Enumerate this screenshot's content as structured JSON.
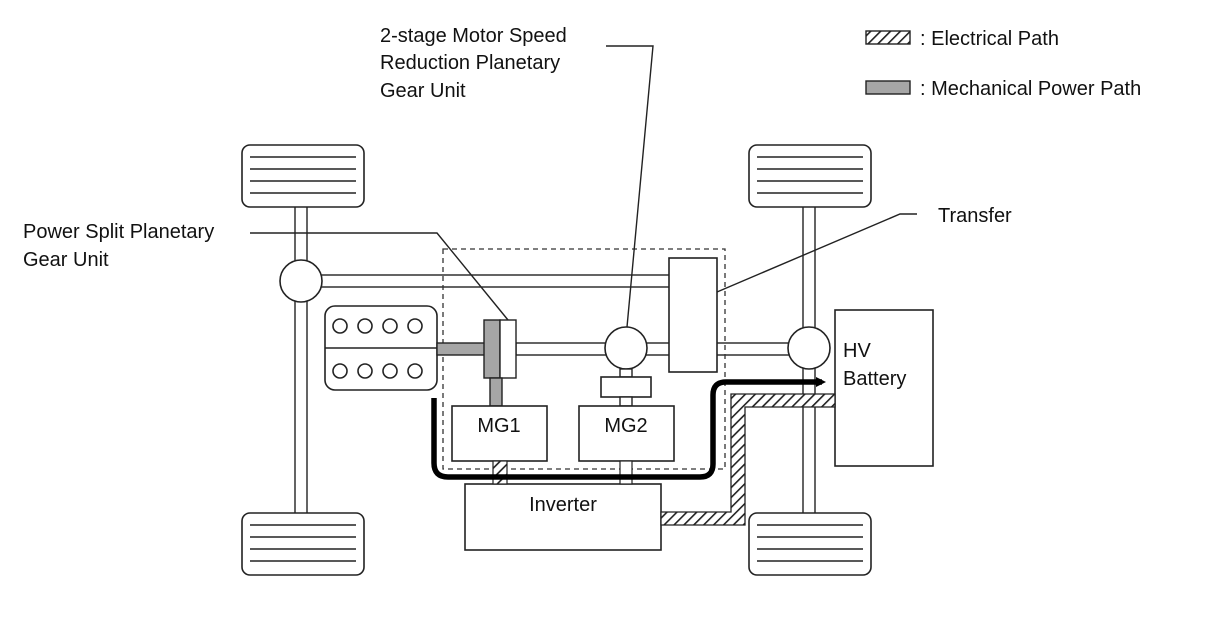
{
  "legend": {
    "electrical": ": Electrical Path",
    "mechanical": ": Mechanical Power Path"
  },
  "labels": {
    "reduction_line1": "2-stage Motor Speed",
    "reduction_line2": "Reduction Planetary",
    "reduction_line3": "Gear Unit",
    "split_line1": "Power Split Planetary",
    "split_line2": "Gear Unit",
    "transfer": "Transfer"
  },
  "components": {
    "mg1": "MG1",
    "mg2": "MG2",
    "inverter": "Inverter",
    "battery_line1": "HV",
    "battery_line2": "Battery"
  },
  "colors": {
    "mechanical_path": "#a6a6a6",
    "electrical_hatch": "#222222",
    "power_flow_arrow": "#000000"
  }
}
